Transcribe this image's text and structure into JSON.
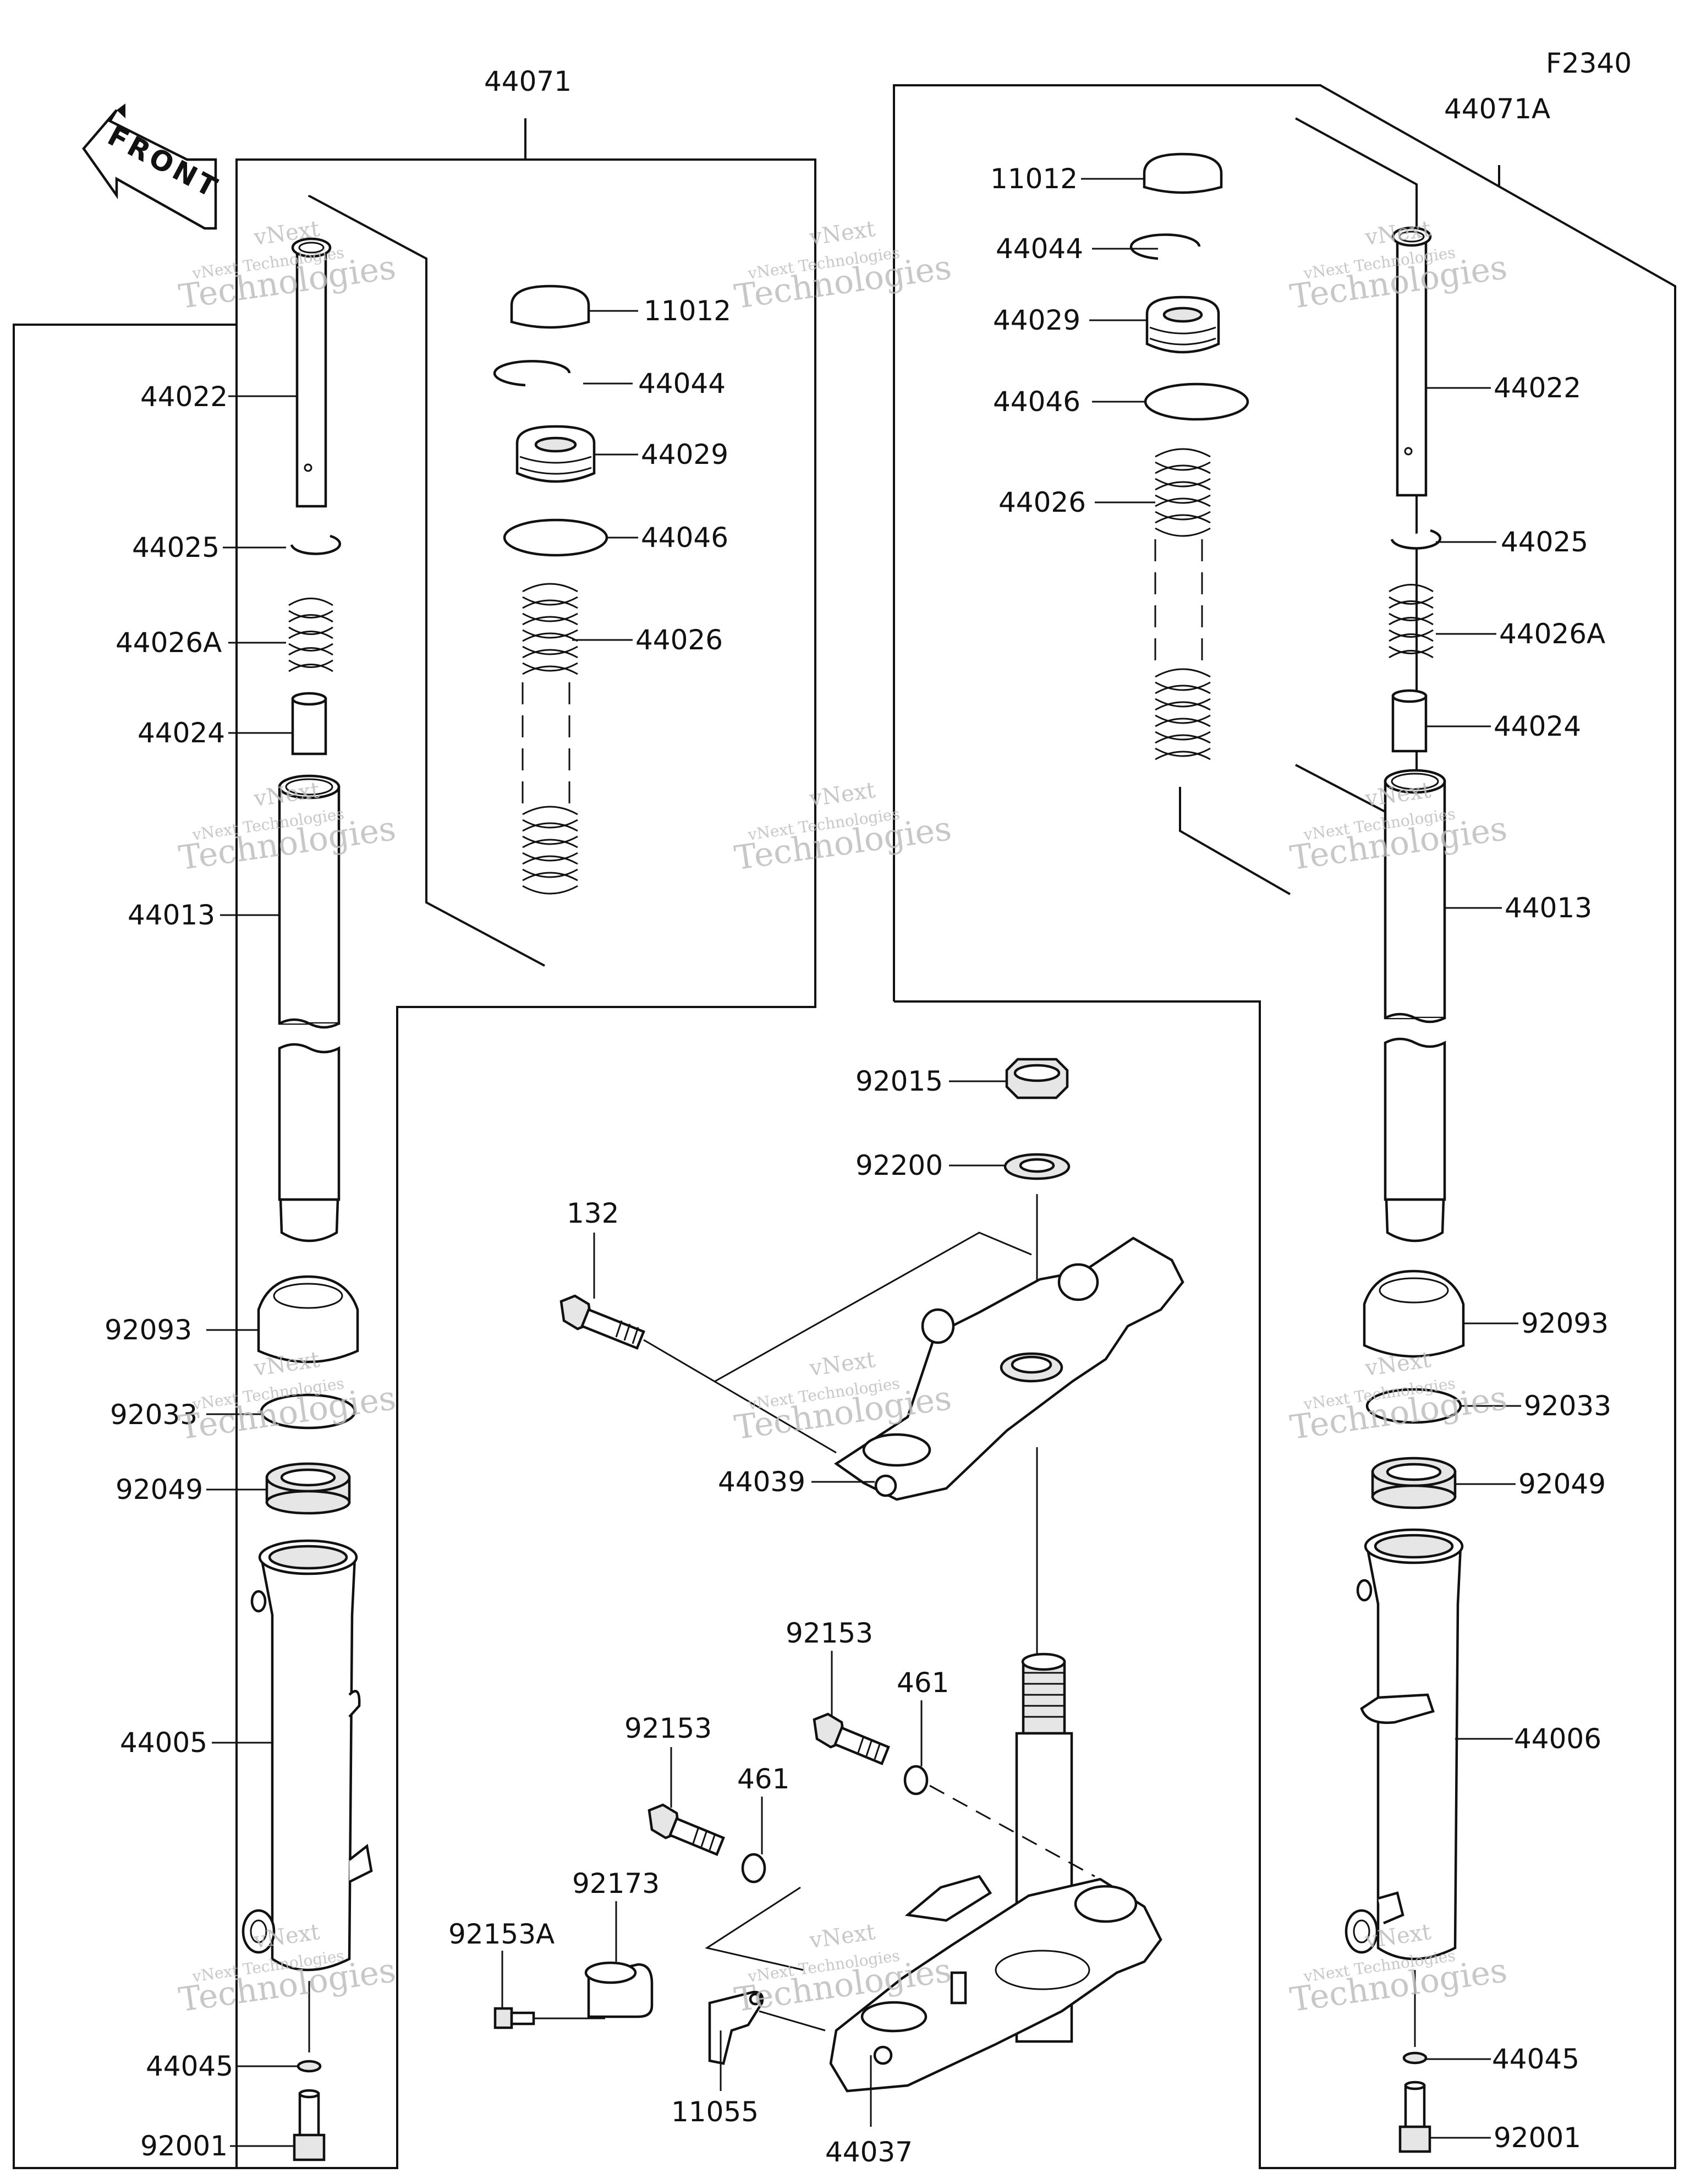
{
  "diagram": {
    "figure_code": "F2340",
    "front_label": "FRONT",
    "watermark_line1": "vNext",
    "watermark_line2": "vNext Technologies",
    "watermark_line3": "Technologies",
    "labels": {
      "p44071": "44071",
      "p44071A": "44071A",
      "l_44022": "44022",
      "l_44025": "44025",
      "l_44026A": "44026A",
      "l_44024": "44024",
      "l_44013": "44013",
      "l_92093": "92093",
      "l_92033": "92033",
      "l_92049": "92049",
      "l_44005": "44005",
      "l_44045": "44045",
      "l_92001": "92001",
      "c_11012": "11012",
      "c_44044": "44044",
      "c_44029": "44029",
      "c_44046": "44046",
      "c_44026": "44026",
      "r_11012": "11012",
      "r_44044": "44044",
      "r_44029": "44029",
      "r_44046": "44046",
      "r_44026": "44026",
      "rr_44022": "44022",
      "rr_44025": "44025",
      "rr_44026A": "44026A",
      "rr_44024": "44024",
      "rr_44013": "44013",
      "rr_92093": "92093",
      "rr_92033": "92033",
      "rr_92049": "92049",
      "rr_44006": "44006",
      "rr_44045": "44045",
      "rr_92001": "92001",
      "m_92015": "92015",
      "m_92200": "92200",
      "m_132": "132",
      "m_44039": "44039",
      "m_92153_a": "92153",
      "m_461_a": "461",
      "m_92153_b": "92153",
      "m_461_b": "461",
      "m_92173": "92173",
      "m_92153A": "92153A",
      "m_11055": "11055",
      "m_44037": "44037"
    }
  }
}
